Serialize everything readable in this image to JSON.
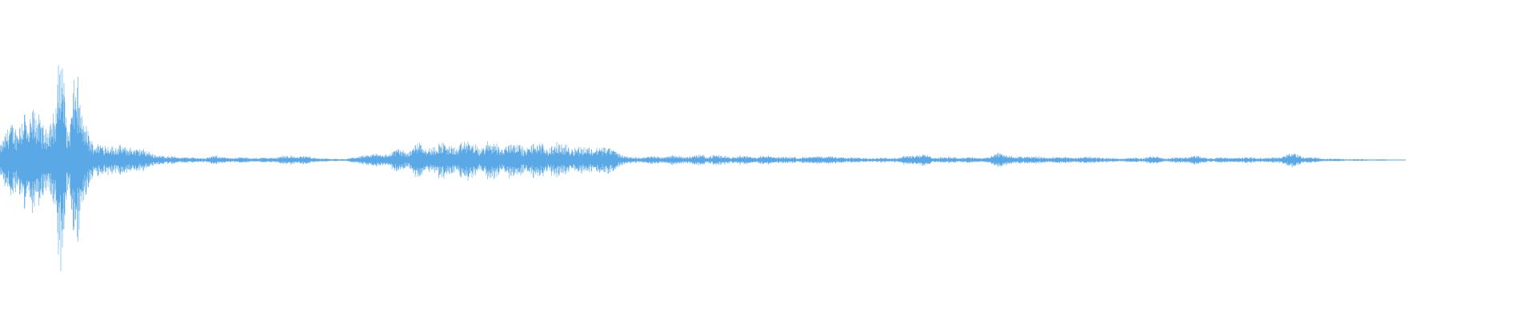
{
  "waveform": {
    "color": "#5aa9e6",
    "background": "#ffffff",
    "channels": 1,
    "audio_end_fraction": 0.915,
    "envelope": [
      [
        0.0,
        0.16
      ],
      [
        0.006,
        0.28
      ],
      [
        0.011,
        0.24
      ],
      [
        0.016,
        0.58
      ],
      [
        0.018,
        0.22
      ],
      [
        0.021,
        0.34
      ],
      [
        0.026,
        0.3
      ],
      [
        0.031,
        0.34
      ],
      [
        0.036,
        0.3
      ],
      [
        0.039,
        0.72
      ],
      [
        0.041,
        0.76
      ],
      [
        0.044,
        0.3
      ],
      [
        0.048,
        0.58
      ],
      [
        0.05,
        0.6
      ],
      [
        0.053,
        0.3
      ],
      [
        0.058,
        0.26
      ],
      [
        0.062,
        0.14
      ],
      [
        0.068,
        0.12
      ],
      [
        0.075,
        0.15
      ],
      [
        0.082,
        0.11
      ],
      [
        0.09,
        0.13
      ],
      [
        0.1,
        0.06
      ],
      [
        0.11,
        0.04
      ],
      [
        0.12,
        0.03
      ],
      [
        0.13,
        0.02
      ],
      [
        0.14,
        0.035
      ],
      [
        0.15,
        0.02
      ],
      [
        0.16,
        0.02
      ],
      [
        0.17,
        0.015
      ],
      [
        0.18,
        0.025
      ],
      [
        0.195,
        0.035
      ],
      [
        0.205,
        0.02
      ],
      [
        0.215,
        0.01
      ],
      [
        0.225,
        0.01
      ],
      [
        0.235,
        0.04
      ],
      [
        0.245,
        0.07
      ],
      [
        0.252,
        0.06
      ],
      [
        0.258,
        0.12
      ],
      [
        0.265,
        0.08
      ],
      [
        0.272,
        0.2
      ],
      [
        0.278,
        0.1
      ],
      [
        0.285,
        0.16
      ],
      [
        0.292,
        0.11
      ],
      [
        0.3,
        0.14
      ],
      [
        0.31,
        0.12
      ],
      [
        0.32,
        0.12
      ],
      [
        0.33,
        0.13
      ],
      [
        0.34,
        0.12
      ],
      [
        0.35,
        0.13
      ],
      [
        0.36,
        0.14
      ],
      [
        0.37,
        0.14
      ],
      [
        0.38,
        0.13
      ],
      [
        0.39,
        0.14
      ],
      [
        0.4,
        0.12
      ],
      [
        0.405,
        0.05
      ],
      [
        0.41,
        0.03
      ],
      [
        0.42,
        0.03
      ],
      [
        0.435,
        0.035
      ],
      [
        0.45,
        0.03
      ],
      [
        0.46,
        0.04
      ],
      [
        0.47,
        0.03
      ],
      [
        0.48,
        0.035
      ],
      [
        0.49,
        0.03
      ],
      [
        0.5,
        0.035
      ],
      [
        0.51,
        0.03
      ],
      [
        0.52,
        0.03
      ],
      [
        0.53,
        0.035
      ],
      [
        0.54,
        0.04
      ],
      [
        0.55,
        0.03
      ],
      [
        0.56,
        0.02
      ],
      [
        0.57,
        0.02
      ],
      [
        0.585,
        0.02
      ],
      [
        0.595,
        0.05
      ],
      [
        0.605,
        0.03
      ],
      [
        0.615,
        0.02
      ],
      [
        0.625,
        0.025
      ],
      [
        0.635,
        0.02
      ],
      [
        0.645,
        0.03
      ],
      [
        0.652,
        0.08
      ],
      [
        0.66,
        0.03
      ],
      [
        0.672,
        0.04
      ],
      [
        0.682,
        0.03
      ],
      [
        0.69,
        0.03
      ],
      [
        0.7,
        0.025
      ],
      [
        0.712,
        0.03
      ],
      [
        0.722,
        0.015
      ],
      [
        0.735,
        0.015
      ],
      [
        0.745,
        0.02
      ],
      [
        0.752,
        0.03
      ],
      [
        0.76,
        0.015
      ],
      [
        0.768,
        0.02
      ],
      [
        0.778,
        0.04
      ],
      [
        0.785,
        0.02
      ],
      [
        0.795,
        0.025
      ],
      [
        0.805,
        0.025
      ],
      [
        0.815,
        0.03
      ],
      [
        0.825,
        0.02
      ],
      [
        0.835,
        0.04
      ],
      [
        0.842,
        0.07
      ],
      [
        0.85,
        0.03
      ],
      [
        0.86,
        0.015
      ],
      [
        0.87,
        0.01
      ],
      [
        0.88,
        0.008
      ],
      [
        0.89,
        0.006
      ],
      [
        0.9,
        0.005
      ],
      [
        0.915,
        0.003
      ]
    ]
  }
}
